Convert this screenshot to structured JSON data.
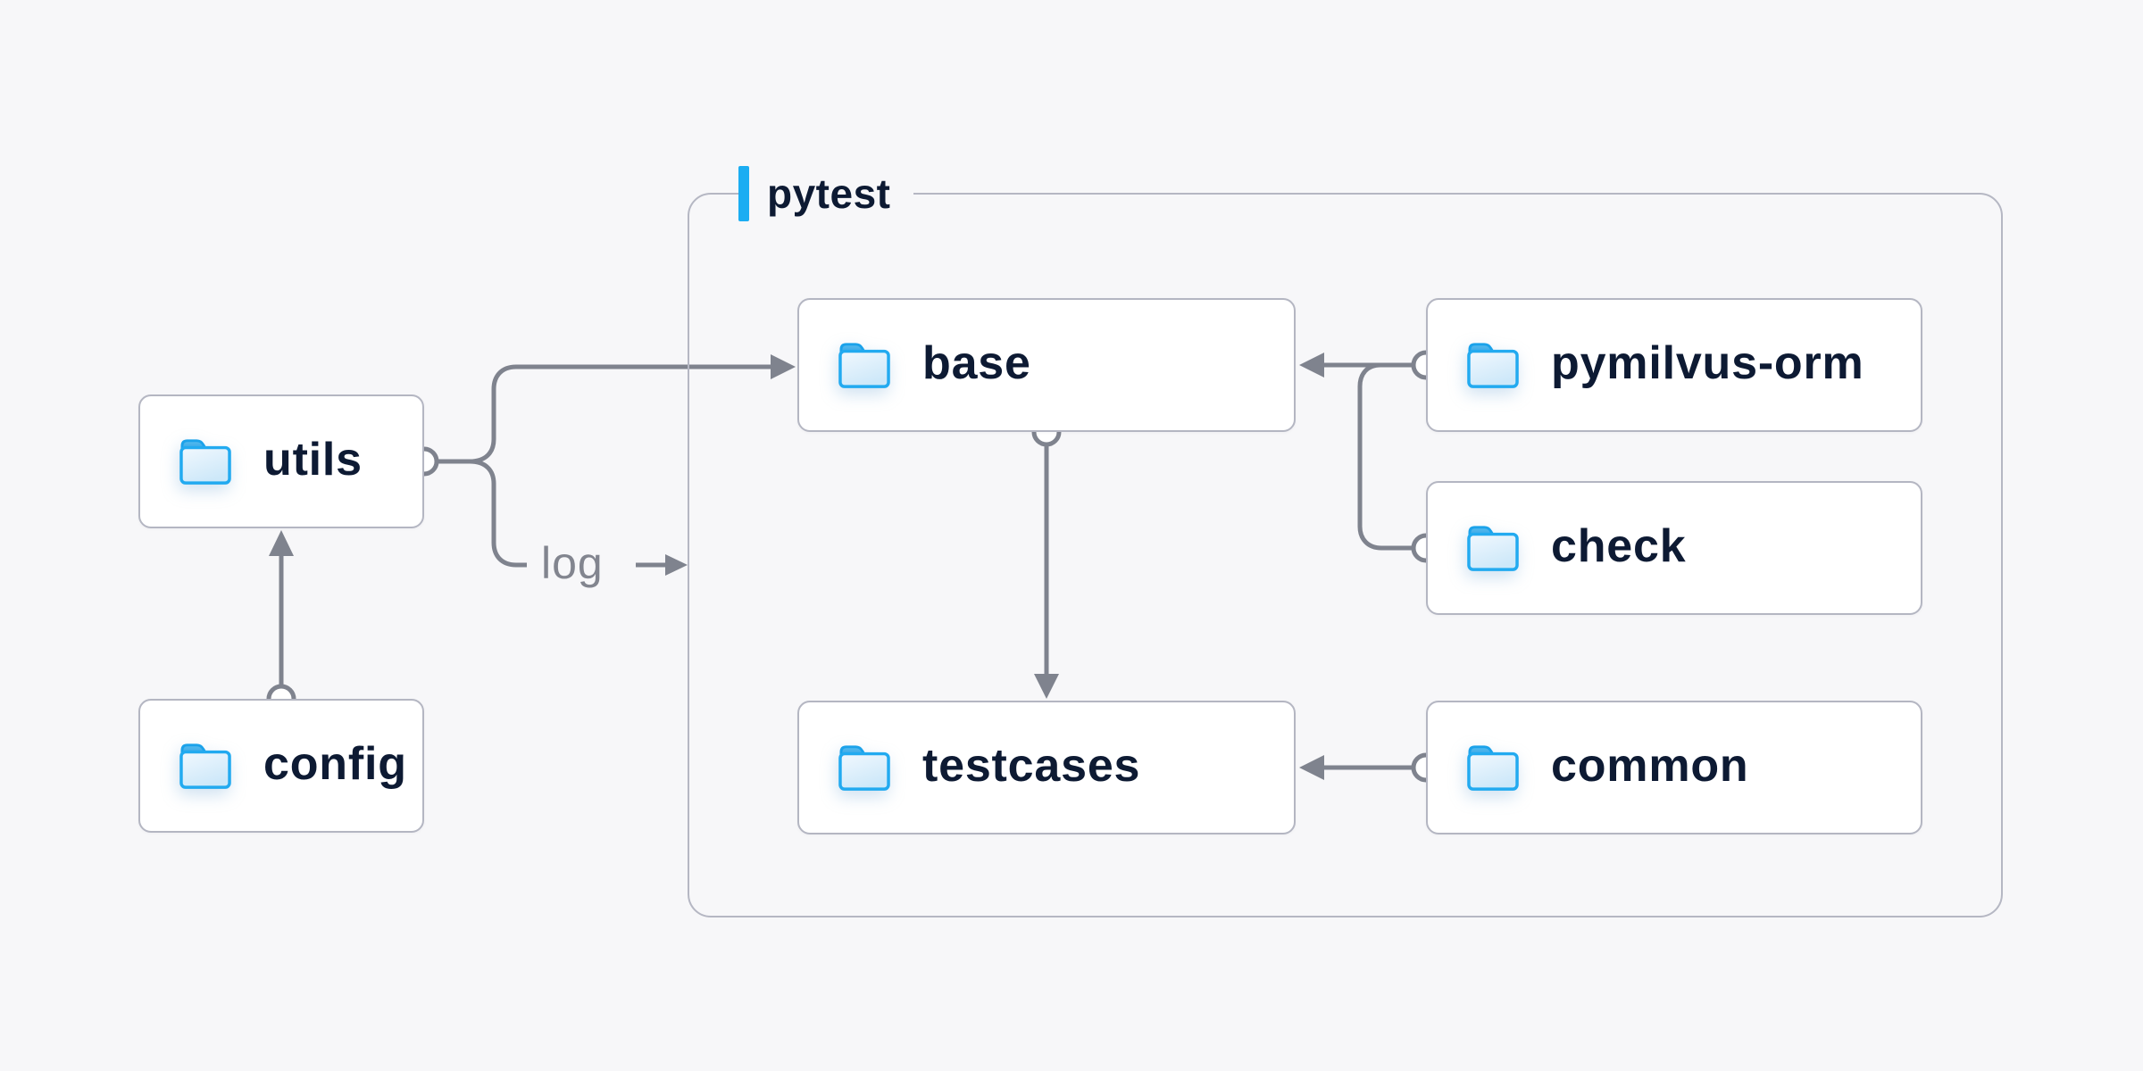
{
  "diagram": {
    "title_group": {
      "label": "pytest"
    },
    "nodes": [
      {
        "id": "utils",
        "label": "utils",
        "inside_pytest": false
      },
      {
        "id": "config",
        "label": "config",
        "inside_pytest": false
      },
      {
        "id": "base",
        "label": "base",
        "inside_pytest": true
      },
      {
        "id": "pymilvus-orm",
        "label": "pymilvus-orm",
        "inside_pytest": true
      },
      {
        "id": "check",
        "label": "check",
        "inside_pytest": true
      },
      {
        "id": "testcases",
        "label": "testcases",
        "inside_pytest": true
      },
      {
        "id": "common",
        "label": "common",
        "inside_pytest": true
      }
    ],
    "edges": [
      {
        "from": "config",
        "to": "utils"
      },
      {
        "from": "utils",
        "to": "base"
      },
      {
        "from": "utils",
        "to": "pytest-group",
        "label": "log"
      },
      {
        "from": "pymilvus-orm",
        "to": "base"
      },
      {
        "from": "check",
        "to": "base"
      },
      {
        "from": "base",
        "to": "testcases"
      },
      {
        "from": "common",
        "to": "testcases"
      }
    ],
    "edge_label": "log",
    "colors": {
      "background": "#f7f7f9",
      "node_fill": "#ffffff",
      "node_border": "#b4b6c2",
      "group_border": "#b5b7c3",
      "line_gray": "#7f838e",
      "text_navy": "#0d1a33",
      "accent_blue": "#1badf2",
      "folder_blue": "#22aaf0",
      "edge_label_gray": "#82858f"
    }
  }
}
